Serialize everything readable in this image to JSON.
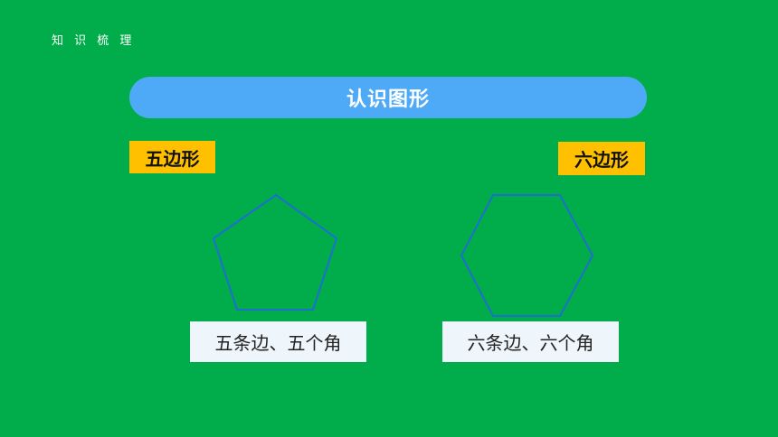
{
  "section_label": "知 识 梳 理",
  "title": "认识图形",
  "shapes": [
    {
      "name": "五边形",
      "description": "五条边、五个角",
      "sides": 5
    },
    {
      "name": "六边形",
      "description": "六条边、六个角",
      "sides": 6
    }
  ],
  "colors": {
    "background": "#00ad4a",
    "title_bar": "#4eaaf6",
    "tag": "#ffc000",
    "outline": "#1f6fd0",
    "desc_box": "#eef5fb"
  }
}
